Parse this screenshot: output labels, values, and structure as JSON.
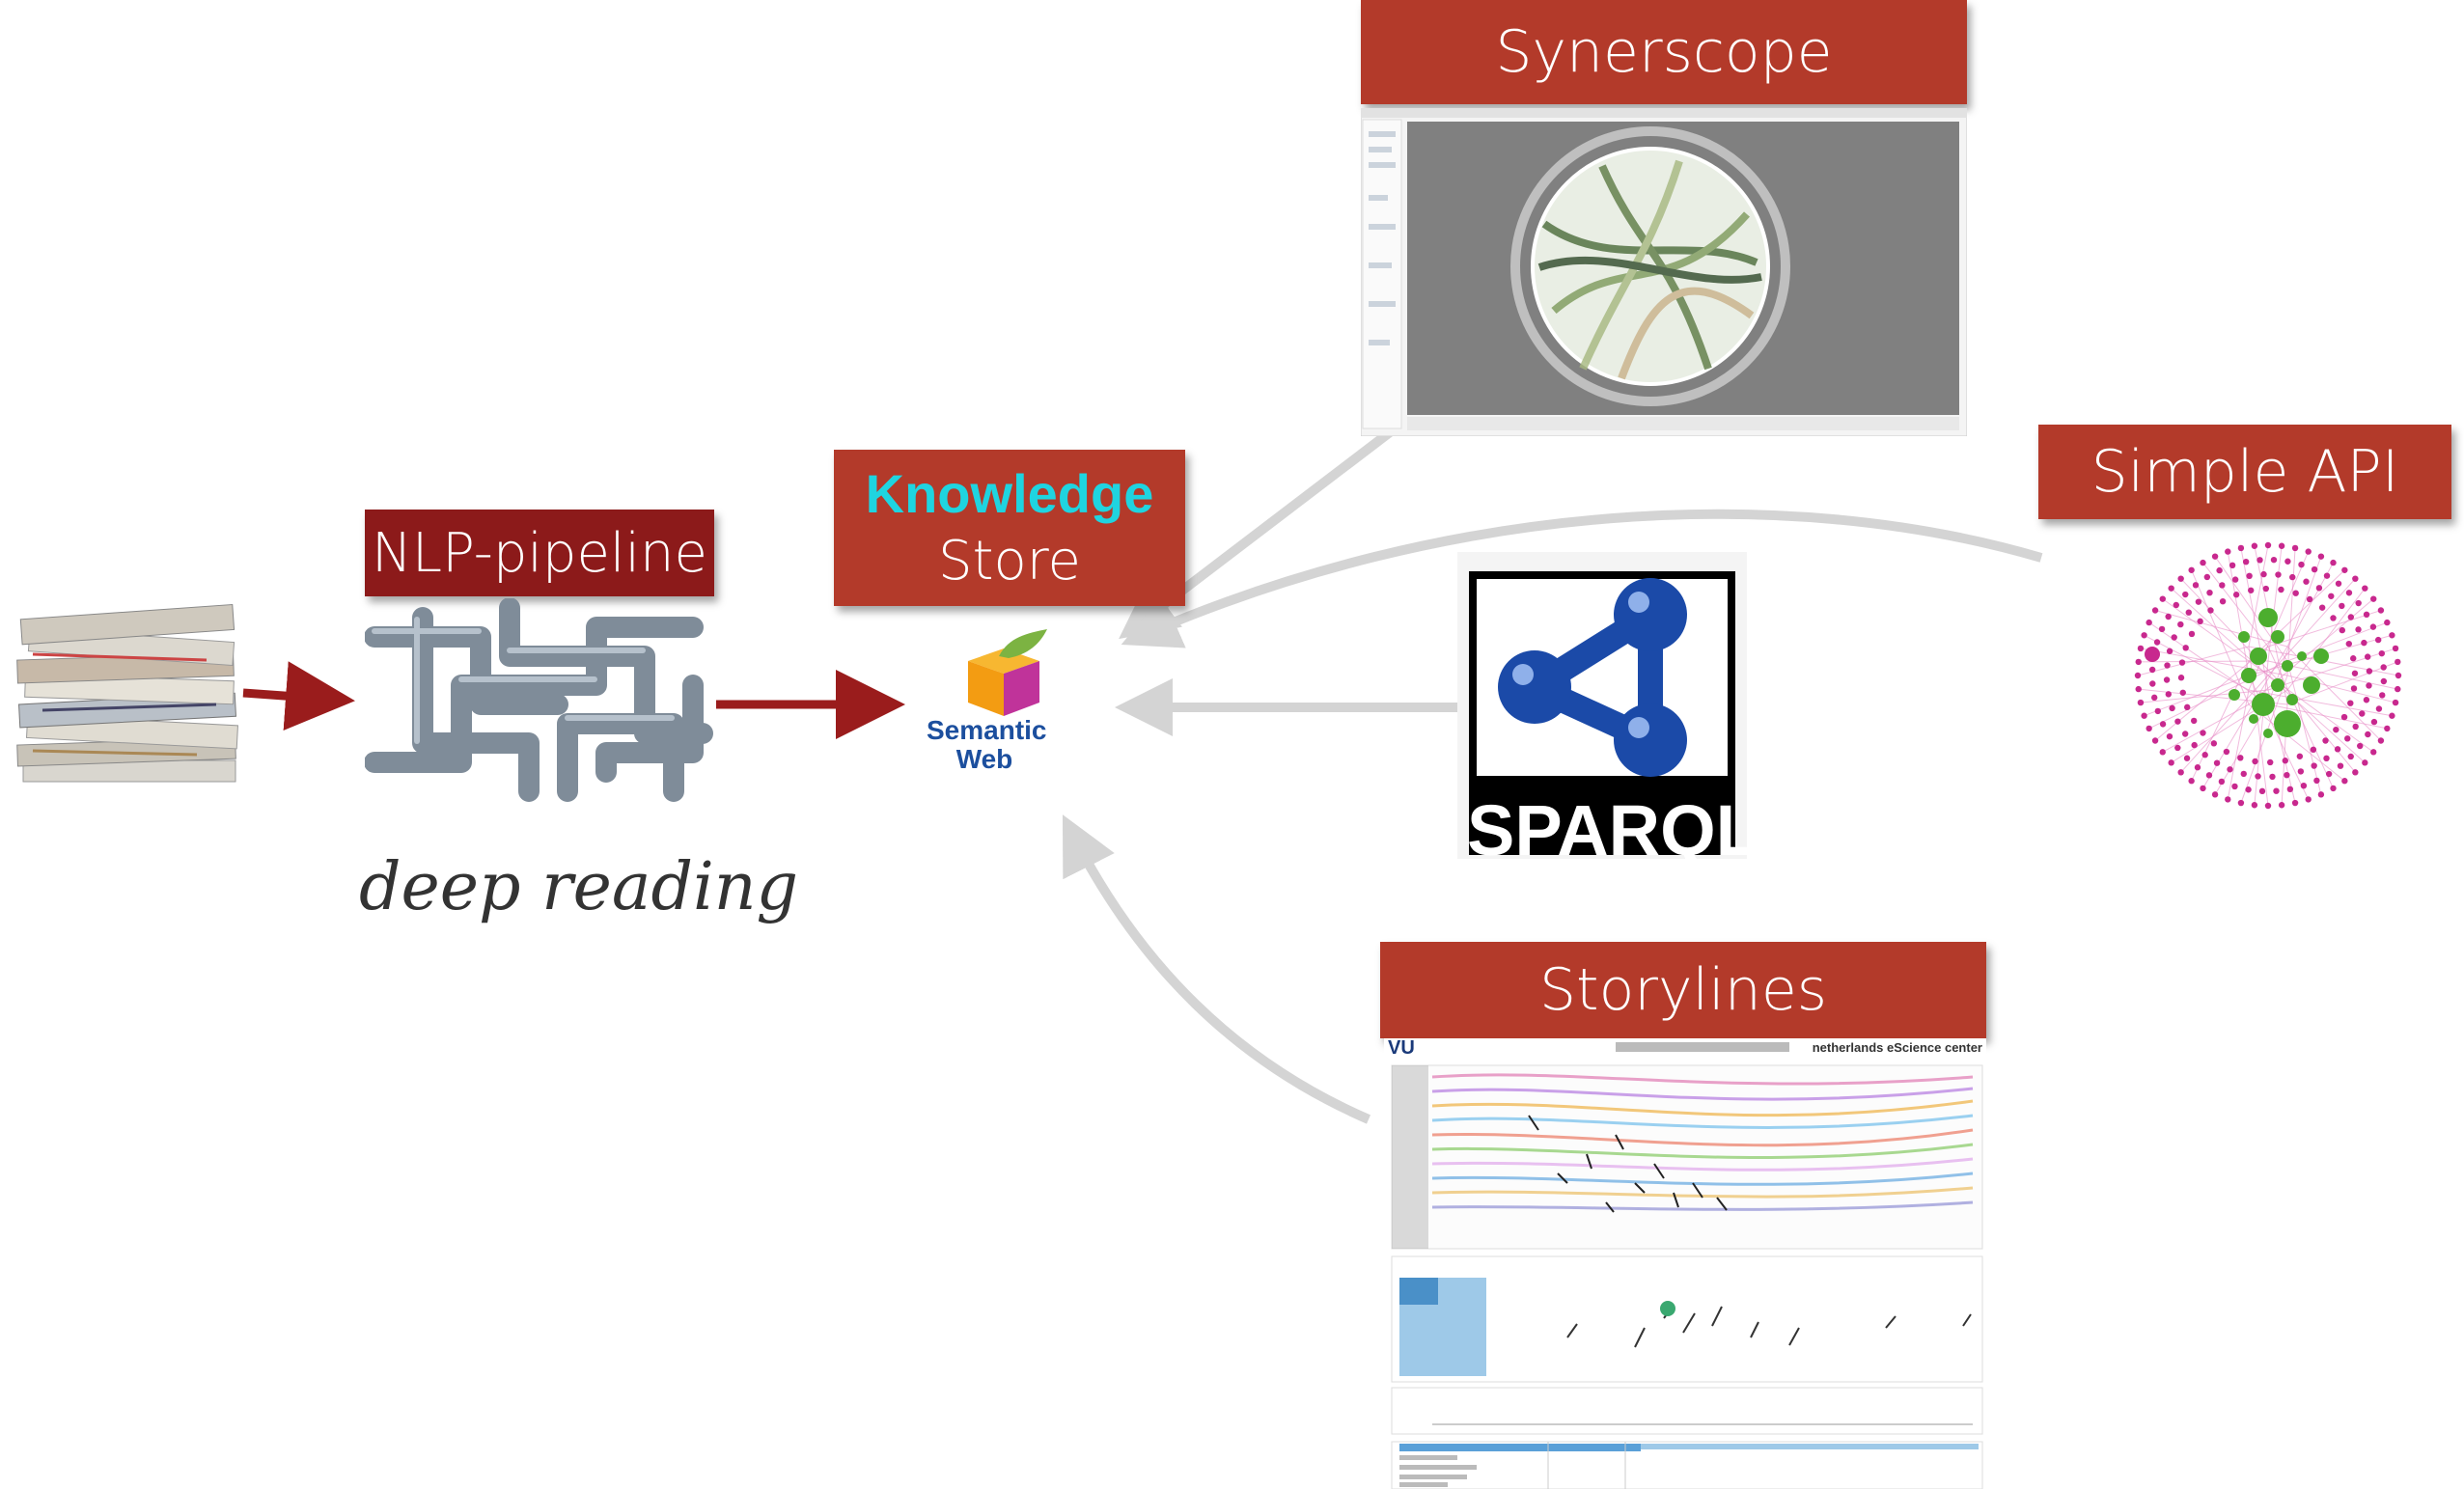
{
  "labels": {
    "nlp": "NLP-pipeline",
    "knowledge_title": "Knowledge",
    "knowledge_sub": "Store",
    "synerscope": "Synerscope",
    "simple_api": "Simple API",
    "storylines": "Storylines"
  },
  "captions": {
    "deep_reading": "deep reading"
  },
  "semantic_web": {
    "line1": "Semantic",
    "line2": "Web"
  },
  "sparql": "SPARQL",
  "storylines_header": {
    "logo": "VU",
    "center": "netherlands eScience center"
  },
  "colors": {
    "label_red": "#b33a2a",
    "label_dark_red": "#8c1a1a",
    "arrow_red": "#9a1c1c",
    "arrow_gray": "#d4d4d4",
    "knowledge_cyan": "#1fd4e0",
    "sparql_blue": "#1b4aa8"
  },
  "icons": [
    "newspaper-stack-image",
    "pipes-image",
    "semantic-web-cube-icon",
    "sparql-logo",
    "network-graph-image"
  ]
}
